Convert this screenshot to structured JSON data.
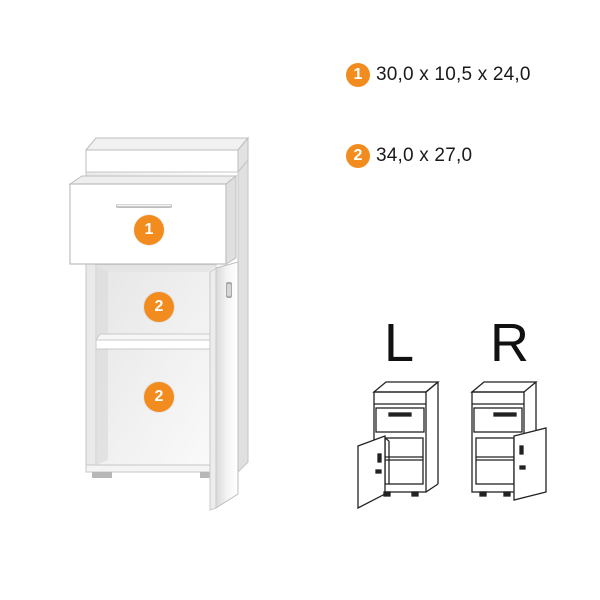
{
  "dimensions": [
    {
      "badge": "1",
      "text": "30,0 x 10,5 x 24,0"
    },
    {
      "badge": "2",
      "text": "34,0 x 27,0"
    }
  ],
  "markers": {
    "drawer": "1",
    "shelf_top": "2",
    "shelf_bottom": "2"
  },
  "variants": {
    "left": "L",
    "right": "R"
  },
  "colors": {
    "accent": "#f28c1e"
  }
}
